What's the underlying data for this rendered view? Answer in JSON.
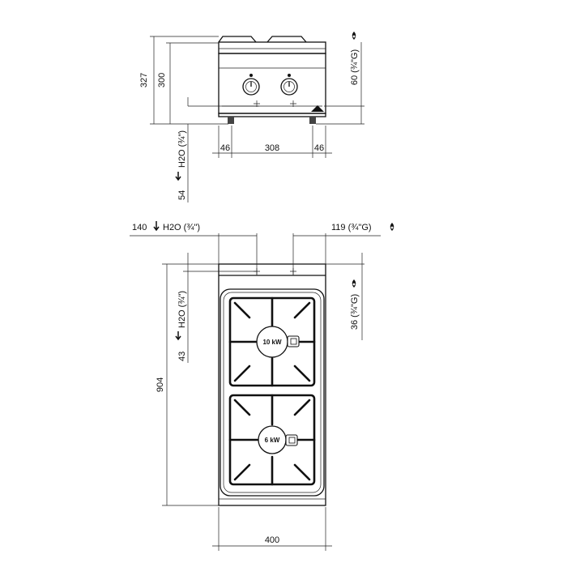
{
  "front_view": {
    "height_total": "327",
    "height_body": "300",
    "gas_inlet_height": "60 (¾\"G)",
    "water_inlet_height": "54",
    "water_label": "H2O (¾\")",
    "width_left_offset": "46",
    "width_center": "308",
    "width_right_offset": "46"
  },
  "top_view": {
    "water_offset_label": "140",
    "water_label": "H2O (¾\")",
    "gas_offset_label": "119 (¾\"G)",
    "water_depth": "43",
    "gas_depth": "36 (¾\"G)",
    "depth_total": "904",
    "width_total": "400",
    "burner_top_power": "10 kW",
    "burner_bottom_power": "6 kW"
  }
}
